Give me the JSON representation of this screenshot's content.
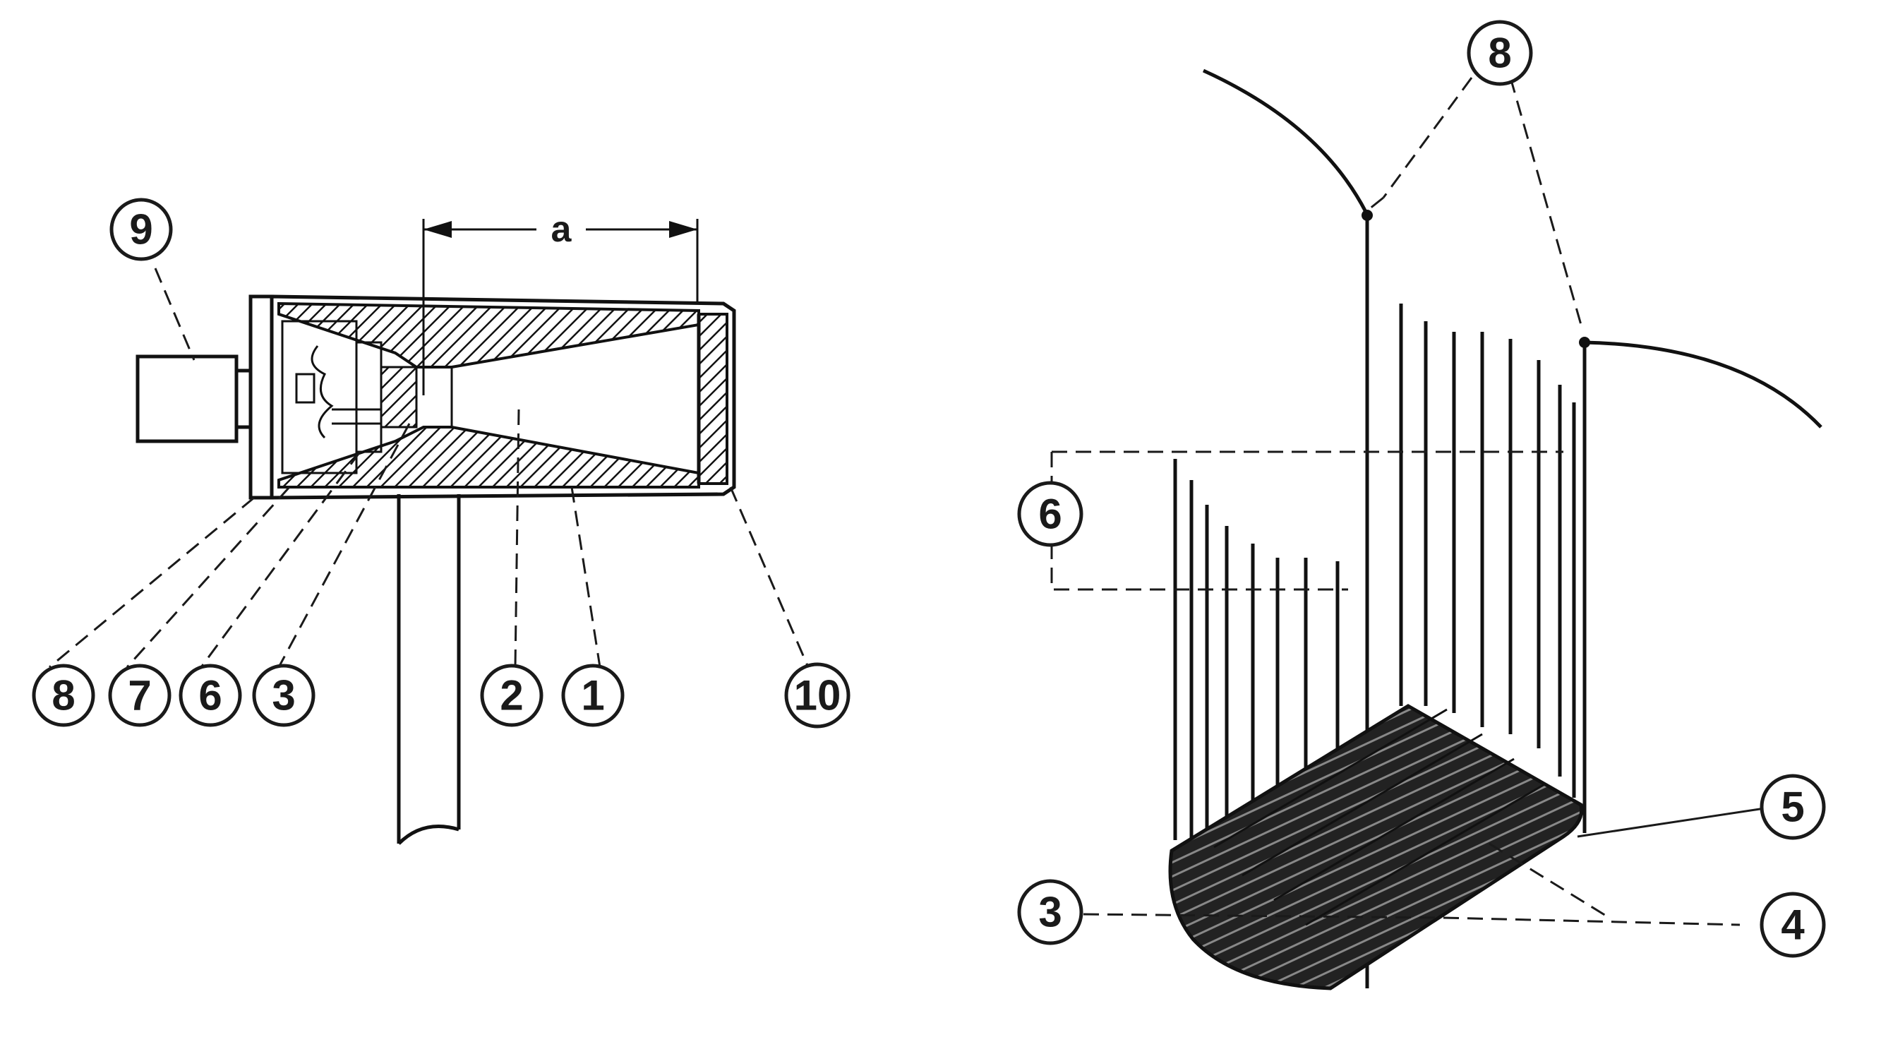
{
  "left_diagram": {
    "dimension_label": "a",
    "callouts": [
      "9",
      "8",
      "7",
      "6",
      "3",
      "2",
      "1",
      "10"
    ]
  },
  "right_diagram": {
    "callouts": [
      "8",
      "6",
      "5",
      "3",
      "4"
    ]
  },
  "colors": {
    "ink": "#111111",
    "paper": "#ffffff"
  }
}
